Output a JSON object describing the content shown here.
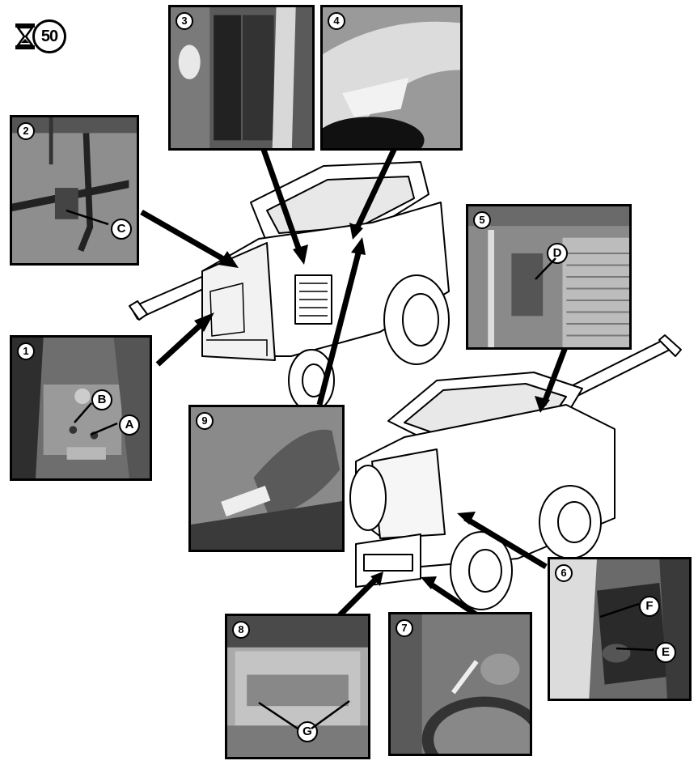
{
  "service_badge": {
    "interval": "50",
    "icon": "hourglass-icon"
  },
  "photos": [
    {
      "id": "p1",
      "number": "1",
      "callouts": [
        "B",
        "A"
      ]
    },
    {
      "id": "p2",
      "number": "2",
      "callouts": [
        "C"
      ]
    },
    {
      "id": "p3",
      "number": "3",
      "callouts": []
    },
    {
      "id": "p4",
      "number": "4",
      "callouts": []
    },
    {
      "id": "p5",
      "number": "5",
      "callouts": [
        "D"
      ]
    },
    {
      "id": "p6",
      "number": "6",
      "callouts": [
        "F",
        "E"
      ]
    },
    {
      "id": "p7",
      "number": "7",
      "callouts": []
    },
    {
      "id": "p8",
      "number": "8",
      "callouts": [
        "G"
      ]
    },
    {
      "id": "p9",
      "number": "9",
      "callouts": []
    }
  ],
  "colors": {
    "line": "#000000",
    "photo_dark": "#4a4a4a",
    "photo_mid": "#8a8a8a",
    "photo_light": "#c8c8c8"
  }
}
